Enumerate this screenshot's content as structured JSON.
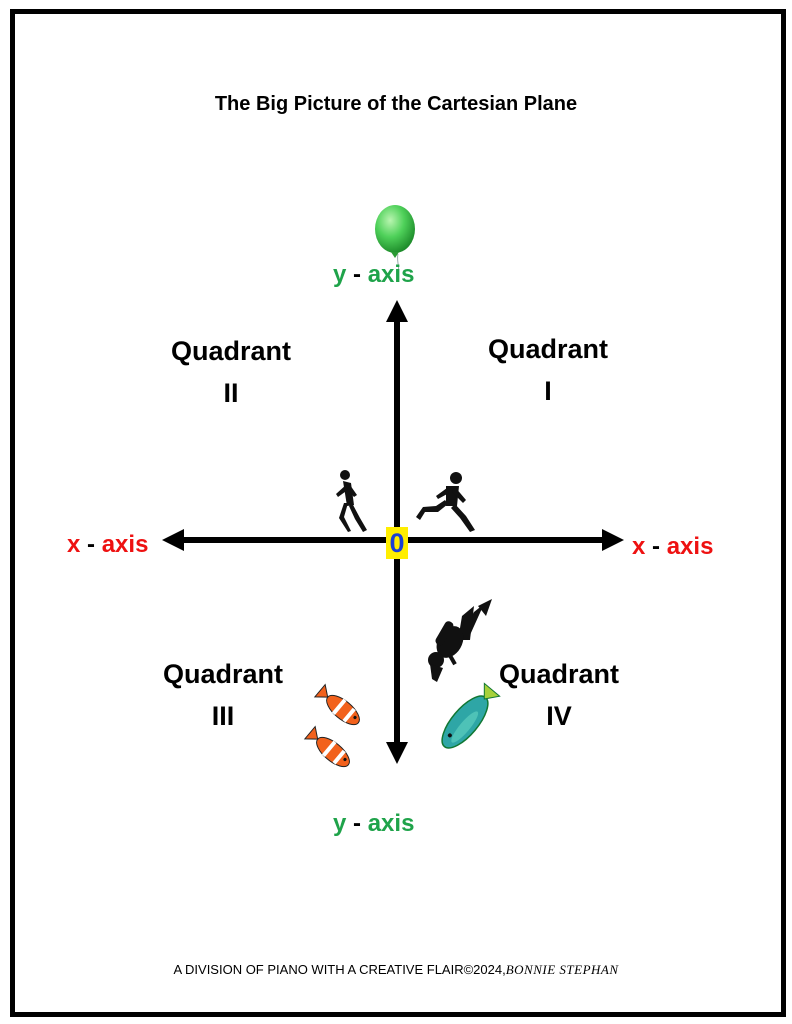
{
  "title": "The Big Picture of the Cartesian Plane",
  "axes": {
    "y_top": {
      "var": "y",
      "dash": "-",
      "word": "axis"
    },
    "y_bottom": {
      "var": "y",
      "dash": "-",
      "word": "axis"
    },
    "x_left": {
      "var": "x",
      "dash": "-",
      "word": "axis"
    },
    "x_right": {
      "var": "x",
      "dash": "-",
      "word": "axis"
    }
  },
  "quadrants": {
    "q1": {
      "word": "Quadrant",
      "numeral": "I"
    },
    "q2": {
      "word": "Quadrant",
      "numeral": "II"
    },
    "q3": {
      "word": "Quadrant",
      "numeral": "III"
    },
    "q4": {
      "word": "Quadrant",
      "numeral": "IV"
    }
  },
  "origin": "0",
  "footer": {
    "main": "A DIVISION OF PIANO WITH A CREATIVE FLAIR©2024,",
    "author": "BONNIE STEPHAN"
  },
  "colors": {
    "x_axis": "#ee1111",
    "y_axis": "#1fa34a",
    "origin_bg": "#ffee00",
    "origin_text": "#1a3fd6",
    "frame": "#000000"
  },
  "icons": [
    "balloon-icon",
    "runner-left-icon",
    "runner-right-icon",
    "diver-icon",
    "clownfish-icon",
    "parrotfish-icon"
  ]
}
